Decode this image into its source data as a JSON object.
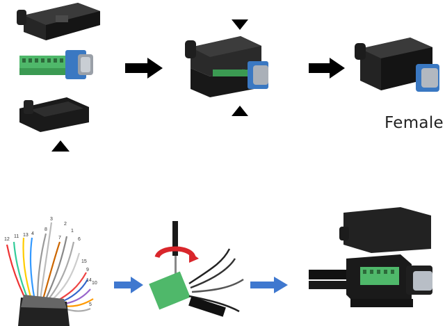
{
  "caption": {
    "female": "Female"
  },
  "wire_pin_numbers": [
    "12",
    "11",
    "13",
    "4",
    "8",
    "3",
    "7",
    "2",
    "1",
    "6",
    "15",
    "9",
    "14",
    "10",
    "5"
  ],
  "colors": {
    "shell_black": "#1e1e1e",
    "terminal_green": "#4fb86a",
    "connector_blue": "#3a78c2",
    "arrow_blue": "#3f78cf",
    "arrow_black": "#000000",
    "rotate_red": "#d9262b"
  },
  "icons": {
    "step_arrow": "black-right-arrow-icon",
    "wire_arrow": "blue-right-arrow-icon",
    "press_marker": "triangle-icon",
    "rotate": "red-rotate-arrow-icon"
  }
}
